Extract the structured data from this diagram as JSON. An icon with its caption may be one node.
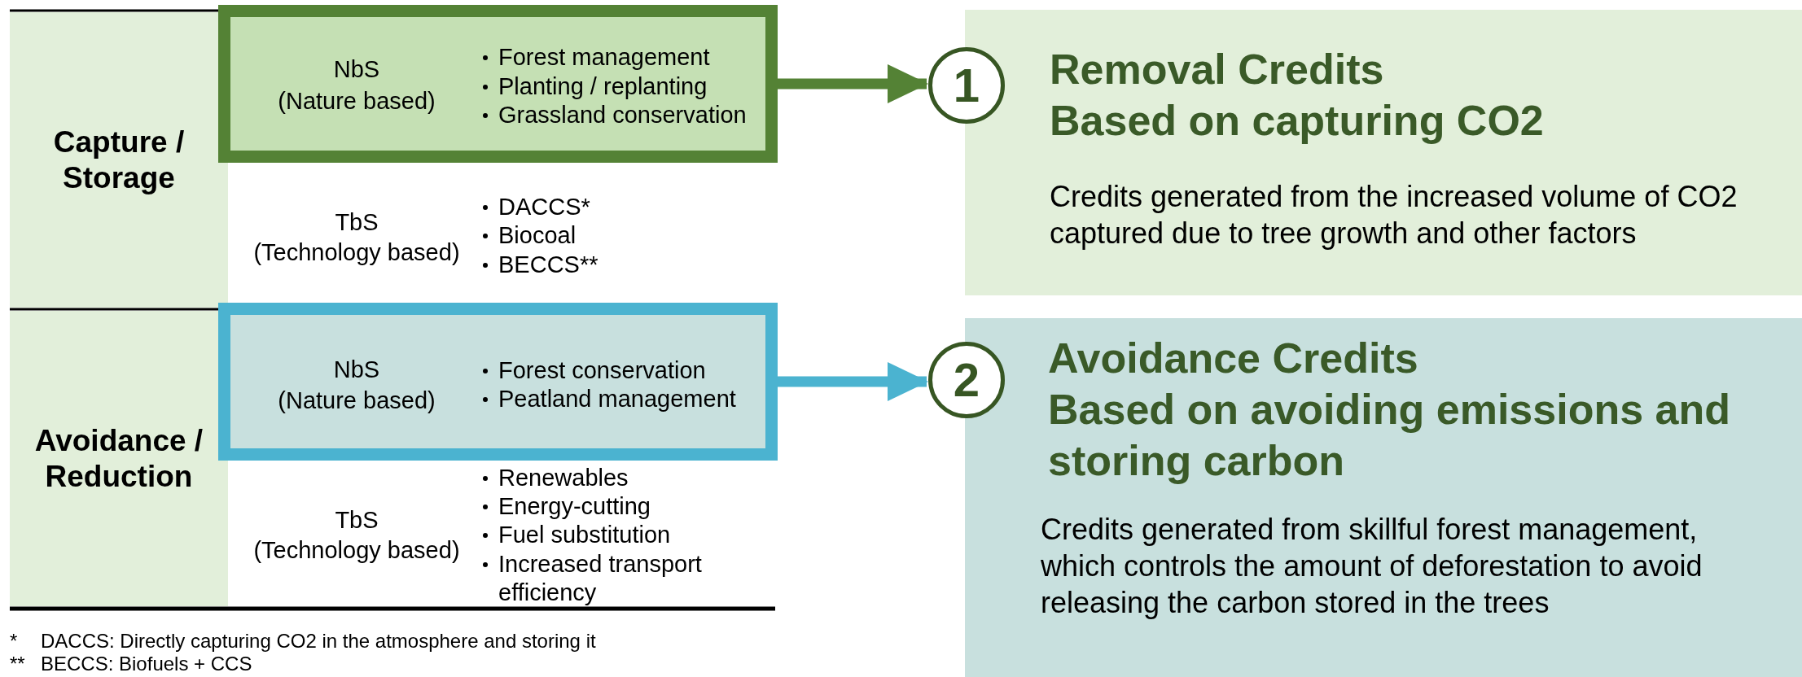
{
  "diagram": {
    "nodes": [
      {
        "text": [
          "Capture / Storage"
        ]
      },
      {
        "text": [
          "NbS",
          "(Nature based)",
          "Forest management",
          "Planting / replanting",
          "Grassland conservation"
        ]
      },
      {
        "text": [
          "1"
        ]
      },
      {
        "text": [
          "Removal Credits",
          "Based on capturing CO2",
          "Credits generated from the increased volume of CO2 captured due to tree growth and other factors"
        ]
      },
      {
        "text": [
          "Avoidance / Reduction"
        ]
      },
      {
        "text": [
          "NbS",
          "(Nature based)",
          "Forest conservation",
          "Peatland management"
        ]
      },
      {
        "text": [
          "2"
        ]
      },
      {
        "text": [
          "Avoidance Credits",
          "Based on avoiding emissions and storing carbon",
          "Credits generated from skillful forest management, which controls the amount of deforestation to avoid releasing the carbon stored in the trees"
        ]
      }
    ],
    "edges": [
      {
        "from": 1,
        "to": 2,
        "arrow": "to",
        "color": "#548235"
      },
      {
        "from": 5,
        "to": 6,
        "arrow": "to",
        "color": "#4bb3d0"
      }
    ],
    "labels": [
      "TbS",
      "(Technology based)",
      "DACCS*",
      "Biocoal",
      "BECCS**",
      "TbS",
      "(Technology based)",
      "Renewables",
      "Energy-cutting",
      "Fuel substitution",
      "Increased transport efficiency",
      "*",
      "DACCS: Directly capturing CO2 in the atmosphere and storing it",
      "**",
      "BECCS: Biofuels + CCS"
    ]
  }
}
